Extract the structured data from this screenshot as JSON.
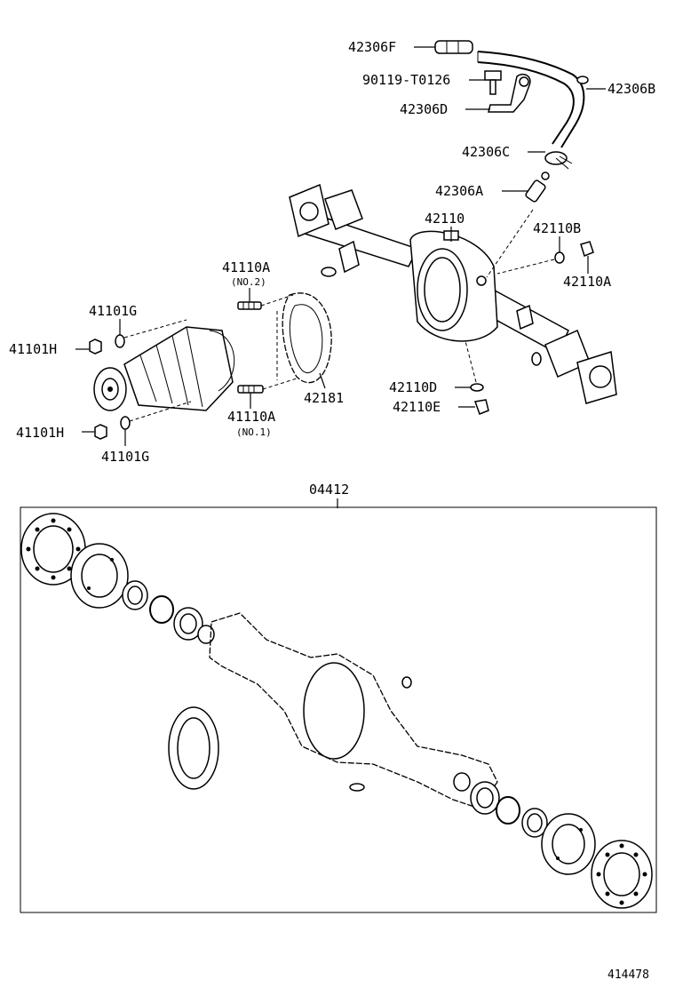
{
  "callouts": {
    "p42306F": "42306F",
    "p90119": "90119-T0126",
    "p42306D": "42306D",
    "p42306B": "42306B",
    "p42306C": "42306C",
    "p42306A": "42306A",
    "p42110": "42110",
    "p42110B": "42110B",
    "p42110A": "42110A",
    "p41110A_top": "41110A",
    "no2": "(NO.2)",
    "p41101G_top": "41101G",
    "p41101H_top": "41101H",
    "p42181": "42181",
    "p41110A_bot": "41110A",
    "no1": "(NO.1)",
    "p42110D": "42110D",
    "p42110E": "42110E",
    "p41101H_bot": "41101H",
    "p41101G_bot": "41101G",
    "kit": "04412"
  },
  "diagram_id": "414478",
  "colors": {
    "line": "#000000",
    "background": "#ffffff"
  }
}
